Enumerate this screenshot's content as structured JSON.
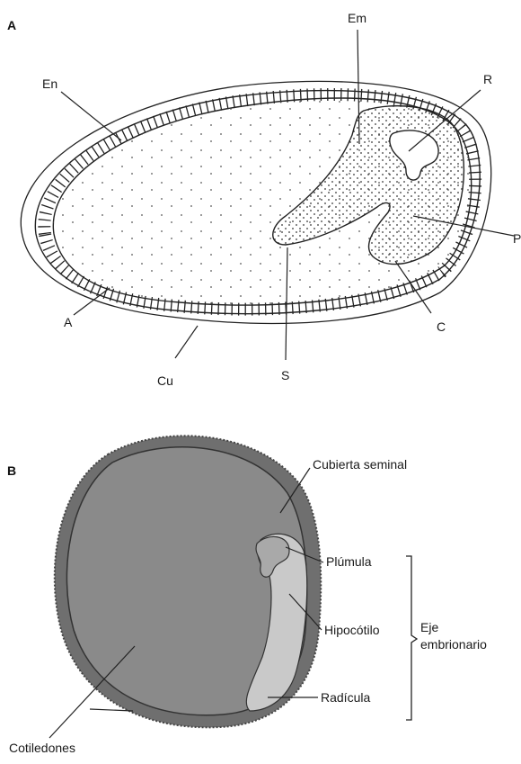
{
  "panel_a": {
    "letter": "A",
    "labels": {
      "em": "Em",
      "en": "En",
      "r": "R",
      "p": "P",
      "a": "A",
      "cu": "Cu",
      "s": "S",
      "c": "C"
    }
  },
  "panel_b": {
    "letter": "B",
    "labels": {
      "cubierta": "Cubierta seminal",
      "plumula": "Plúmula",
      "hipocotilo": "Hipocótilo",
      "radicula": "Radícula",
      "cotiledones": "Cotiledones",
      "eje_line1": "Eje",
      "eje_line2": "embrionario"
    }
  },
  "colors": {
    "outline": "#222222",
    "seed_coat_b": "#6f6f6f",
    "cotyledon_b": "#8a8a8a",
    "axis_b": "#c9c9c9"
  }
}
